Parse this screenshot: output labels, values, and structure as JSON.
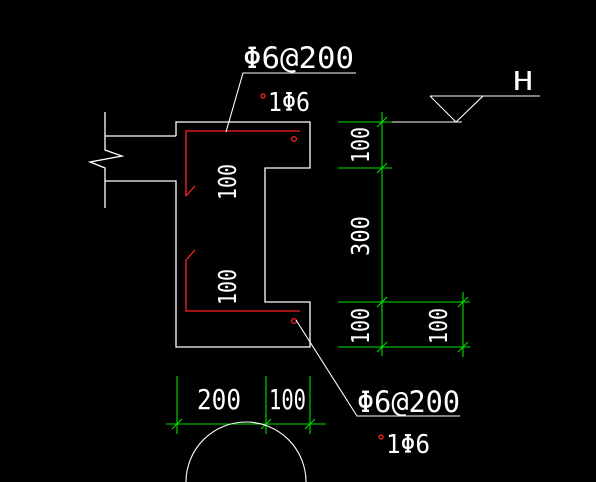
{
  "colors": {
    "background": "#000000",
    "outline": "#ffffff",
    "rebar": "#ff2020",
    "dimension": "#00e000",
    "text": "#ffffff"
  },
  "labels": {
    "rebar_top": "Φ6@200",
    "rebar_top_count": "1Φ6",
    "rebar_bottom": "Φ6@200",
    "rebar_bottom_count": "1Φ6",
    "elevation_mark": "H"
  },
  "dimensions": {
    "inner_upper": "100",
    "inner_lower": "100",
    "right_top": "100",
    "right_middle": "300",
    "right_bottom": "100",
    "right_bottom_projection": "100",
    "bottom_width": "200",
    "bottom_lip": "100"
  }
}
